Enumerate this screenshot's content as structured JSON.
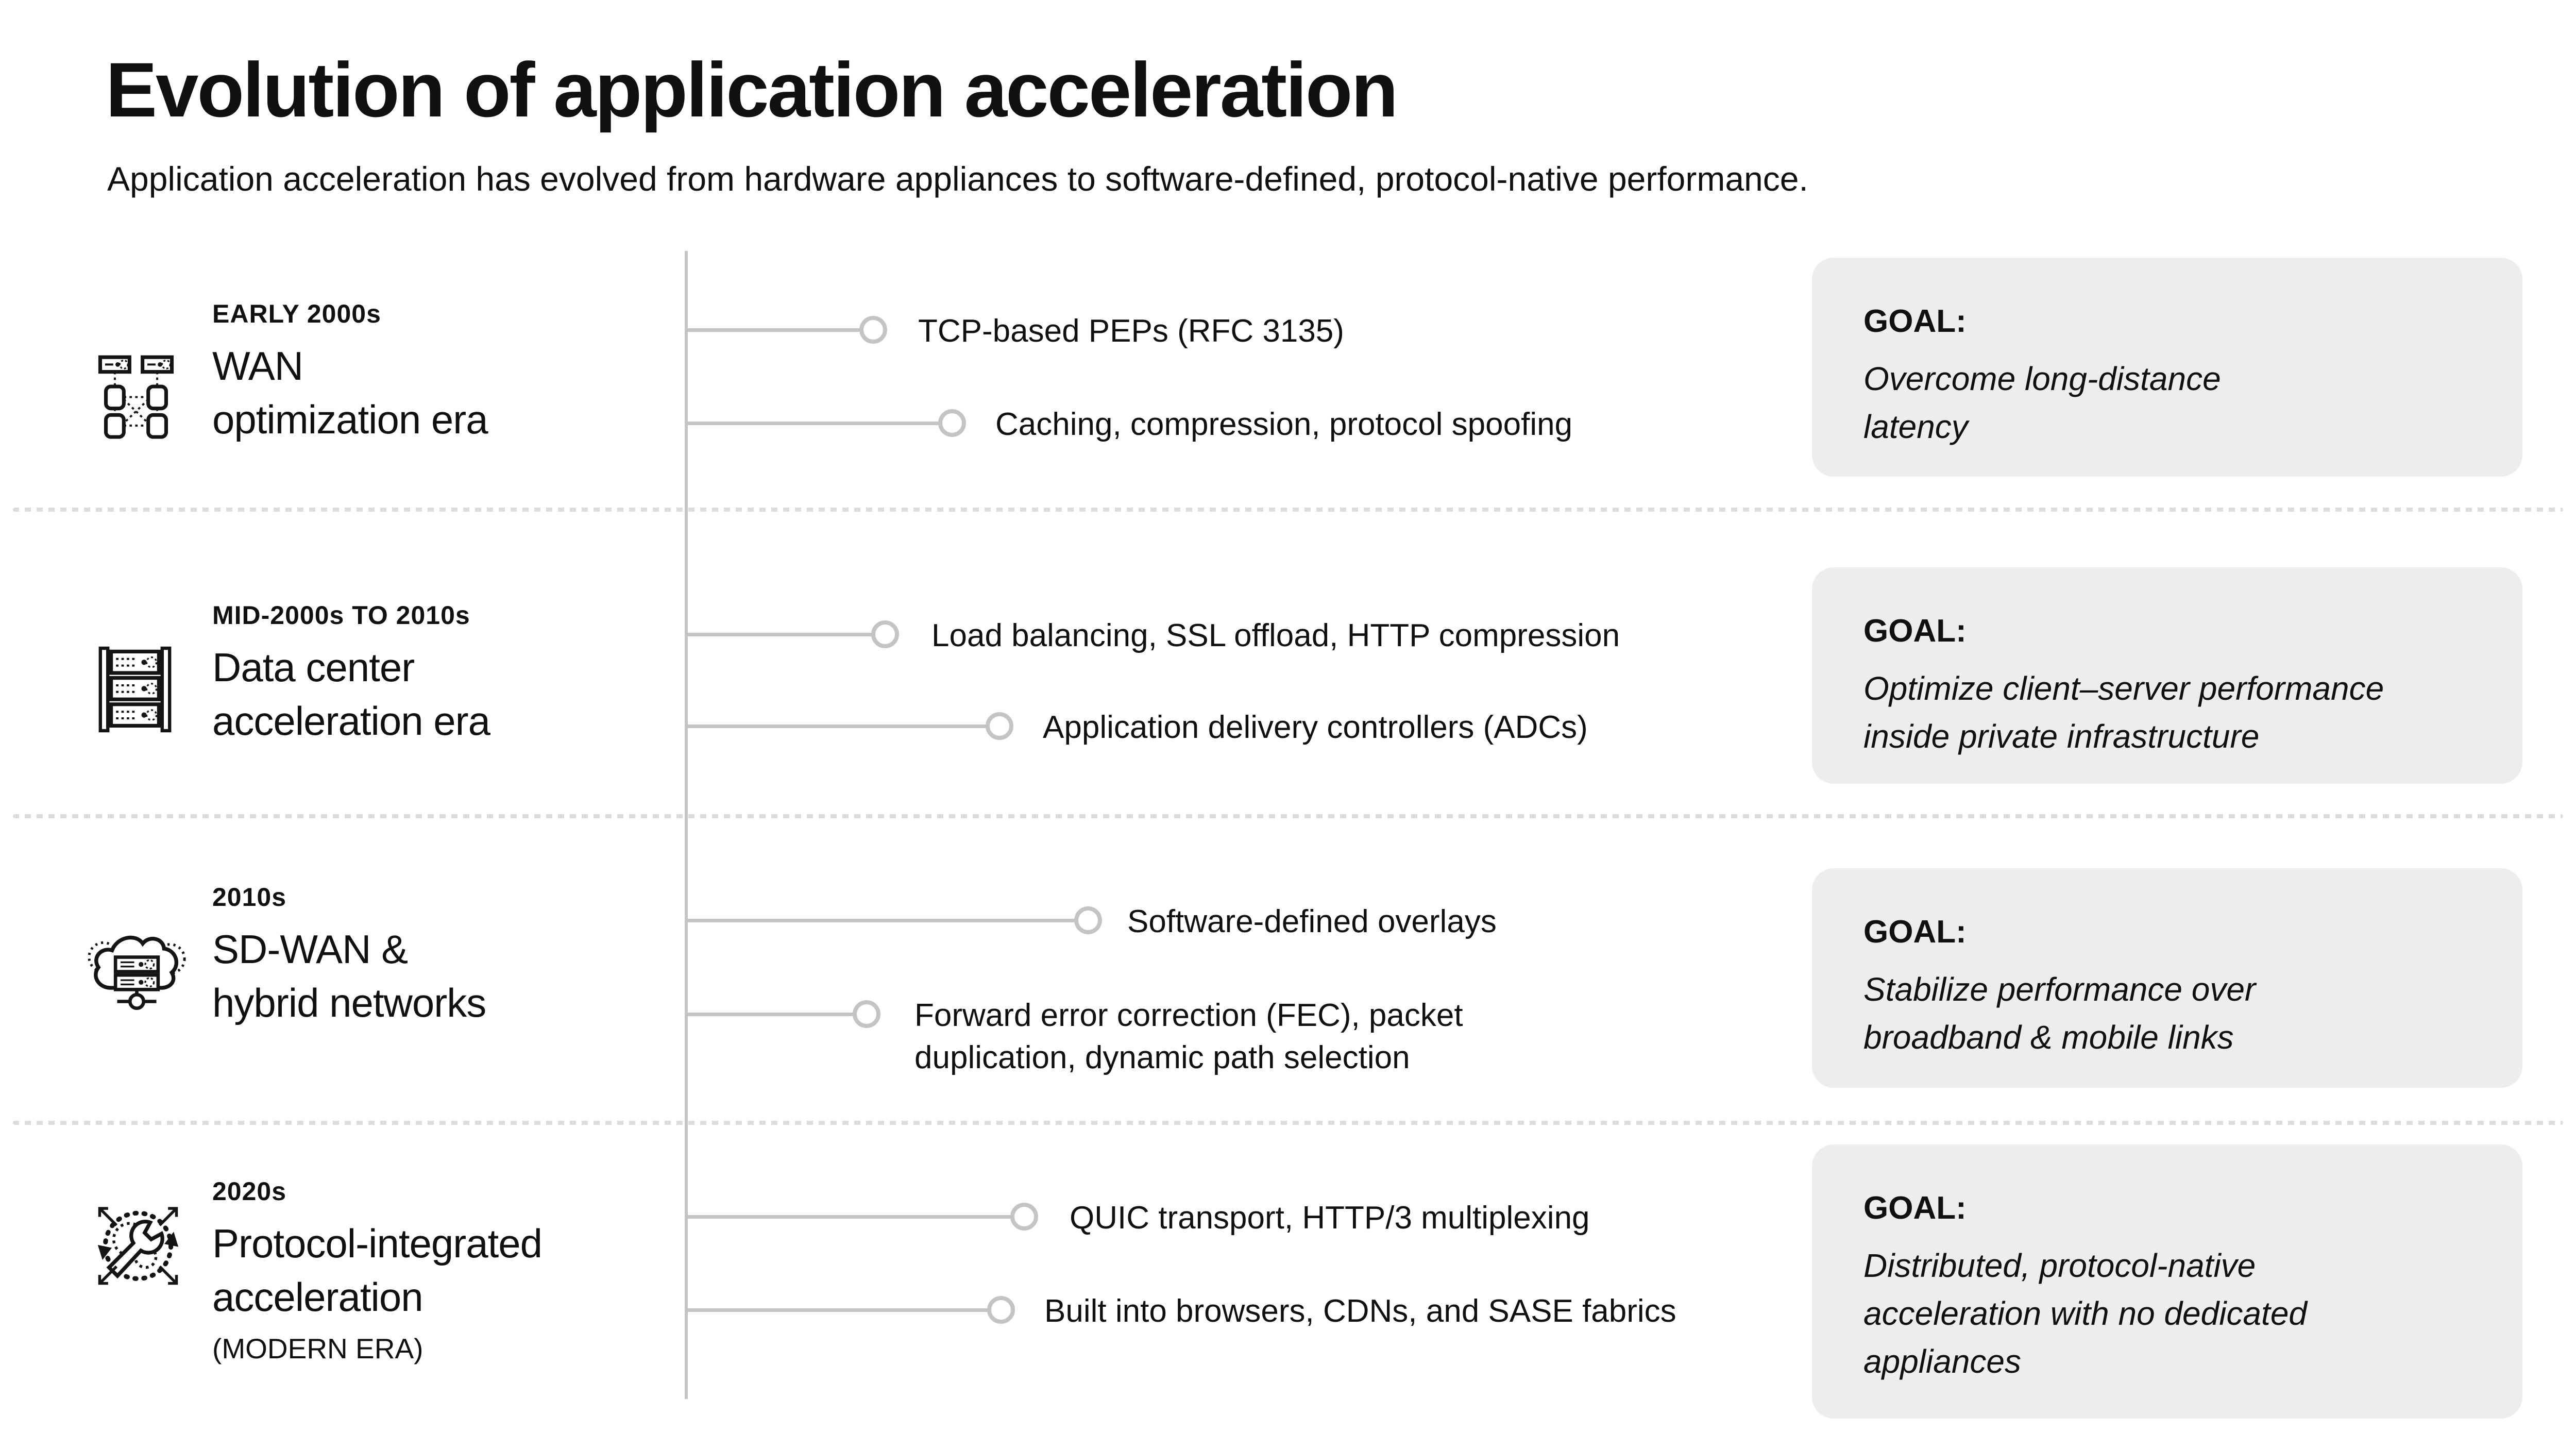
{
  "header": {
    "title": "Evolution of application acceleration",
    "subtitle": "Application acceleration has evolved from hardware appliances to software-defined, protocol-native performance."
  },
  "labels": {
    "goal": "GOAL:"
  },
  "colors": {
    "timeline_line": "#c4c4c4",
    "separator_dots": "#dcdcdc",
    "goal_box_bg": "#ededee",
    "text": "#101010"
  },
  "rows": [
    {
      "icon": "wan-network-icon",
      "era": "EARLY 2000s",
      "title": "WAN\noptimization era",
      "bullets": [
        "TCP-based PEPs (RFC 3135)",
        "Caching, compression, protocol spoofing"
      ],
      "goal": "Overcome long-distance\nlatency"
    },
    {
      "icon": "server-rack-icon",
      "era": "MID-2000s TO 2010s",
      "title": "Data center\nacceleration era",
      "bullets": [
        "Load balancing, SSL offload, HTTP compression",
        "Application delivery controllers (ADCs)"
      ],
      "goal": "Optimize client–server performance\ninside private infrastructure"
    },
    {
      "icon": "cloud-servers-icon",
      "era": "2010s",
      "title": "SD-WAN &\nhybrid networks",
      "bullets": [
        "Software-defined overlays",
        "Forward error correction (FEC), packet\nduplication, dynamic path selection"
      ],
      "goal": "Stabilize performance over\nbroadband & mobile links"
    },
    {
      "icon": "protocol-wrench-icon",
      "era": "2020s",
      "title": "Protocol-integrated\nacceleration",
      "title_note": "(MODERN ERA)",
      "bullets": [
        "QUIC transport, HTTP/3 multiplexing",
        "Built into browsers, CDNs, and SASE fabrics"
      ],
      "goal": "Distributed, protocol-native\nacceleration with no dedicated\nappliances"
    }
  ]
}
